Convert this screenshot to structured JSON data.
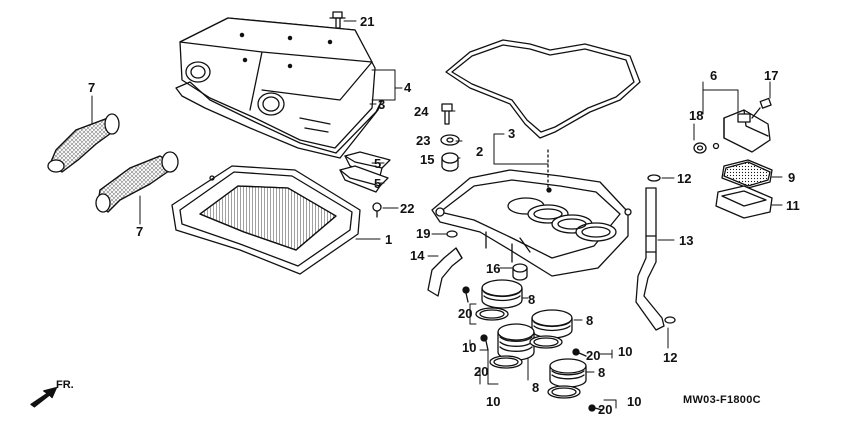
{
  "diagram": {
    "figure_code": "MW03-F1800C",
    "direction_label": "FR.",
    "callouts": [
      {
        "id": "c21",
        "label": "21"
      },
      {
        "id": "c4",
        "label": "4"
      },
      {
        "id": "c3a",
        "label": "3"
      },
      {
        "id": "c3b",
        "label": "3"
      },
      {
        "id": "c2",
        "label": "2"
      },
      {
        "id": "c7a",
        "label": "7"
      },
      {
        "id": "c7b",
        "label": "7"
      },
      {
        "id": "c5a",
        "label": "5"
      },
      {
        "id": "c5b",
        "label": "5"
      },
      {
        "id": "c22",
        "label": "22"
      },
      {
        "id": "c1",
        "label": "1"
      },
      {
        "id": "c24",
        "label": "24"
      },
      {
        "id": "c23",
        "label": "23"
      },
      {
        "id": "c15",
        "label": "15"
      },
      {
        "id": "c19",
        "label": "19"
      },
      {
        "id": "c14",
        "label": "14"
      },
      {
        "id": "c16",
        "label": "16"
      },
      {
        "id": "c6",
        "label": "6"
      },
      {
        "id": "c17",
        "label": "17"
      },
      {
        "id": "c18",
        "label": "18"
      },
      {
        "id": "c12a",
        "label": "12"
      },
      {
        "id": "c9",
        "label": "9"
      },
      {
        "id": "c11",
        "label": "11"
      },
      {
        "id": "c13",
        "label": "13"
      },
      {
        "id": "c12b",
        "label": "12"
      },
      {
        "id": "c8a",
        "label": "8"
      },
      {
        "id": "c8b",
        "label": "8"
      },
      {
        "id": "c8c",
        "label": "8"
      },
      {
        "id": "c8d",
        "label": "8"
      },
      {
        "id": "c20a",
        "label": "20"
      },
      {
        "id": "c10a",
        "label": "10"
      },
      {
        "id": "c20b",
        "label": "20"
      },
      {
        "id": "c10b",
        "label": "10"
      },
      {
        "id": "c20c",
        "label": "20"
      },
      {
        "id": "c10c",
        "label": "10"
      },
      {
        "id": "c20d",
        "label": "20"
      },
      {
        "id": "c10d",
        "label": "10"
      }
    ]
  }
}
